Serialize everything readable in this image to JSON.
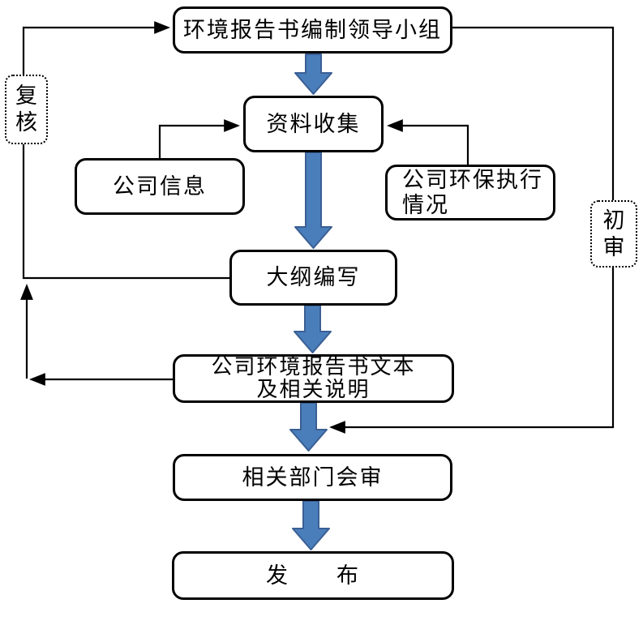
{
  "diagram": {
    "title_implicit": "环境报告书编制流程图",
    "colors": {
      "background": "#ffffff",
      "line": "#000000",
      "arrow_fill": "#4A7EBB",
      "arrow_stroke": "#3A5F94"
    },
    "nodes": {
      "leader_group": {
        "label": "环境报告书编制领导小组"
      },
      "data_collection": {
        "label": "资料收集"
      },
      "company_info": {
        "label": "公司信息"
      },
      "env_compliance": {
        "line1": "公司环保执行",
        "line2": "情况"
      },
      "outline_writing": {
        "label": "大纲编写"
      },
      "report_text": {
        "line1": "公司环境报告书文本",
        "line2": "及相关说明"
      },
      "joint_review": {
        "label": "相关部门会审"
      },
      "publish": {
        "label": "发　　布"
      }
    },
    "side_labels": {
      "recheck": {
        "char1": "复",
        "char2": "核"
      },
      "initial_review": {
        "char1": "初",
        "char2": "审"
      }
    }
  }
}
